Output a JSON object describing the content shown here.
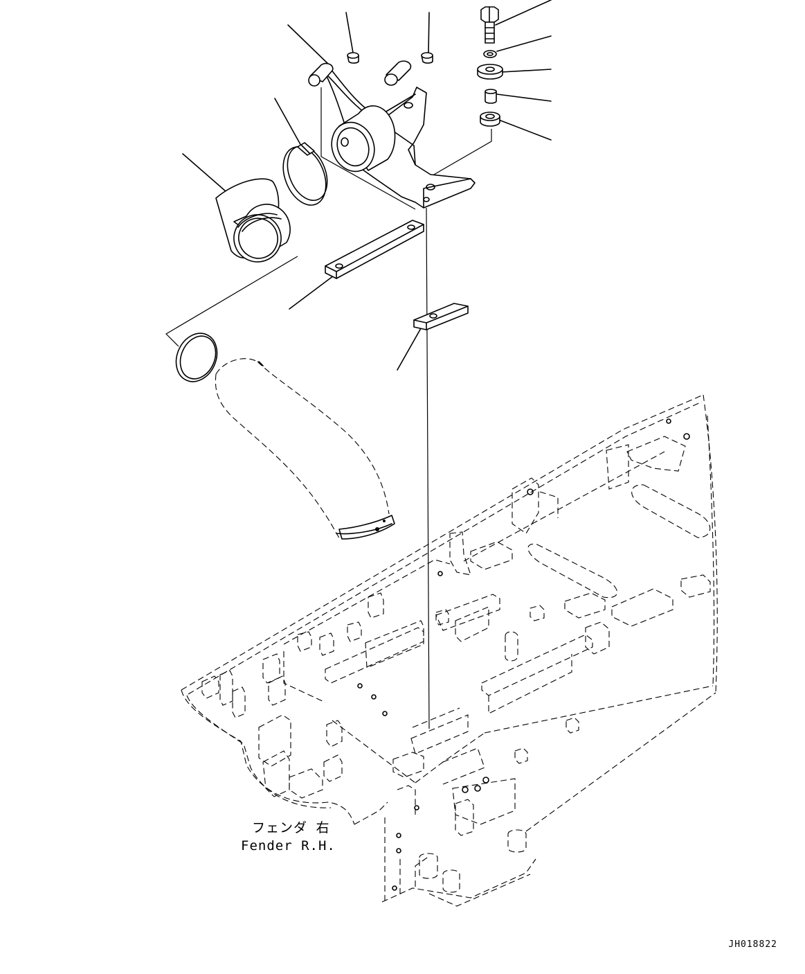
{
  "labels": {
    "fender_jp": "フェンダ 右",
    "fender_en": "Fender R.H.",
    "drawing_code": "JH018822"
  }
}
